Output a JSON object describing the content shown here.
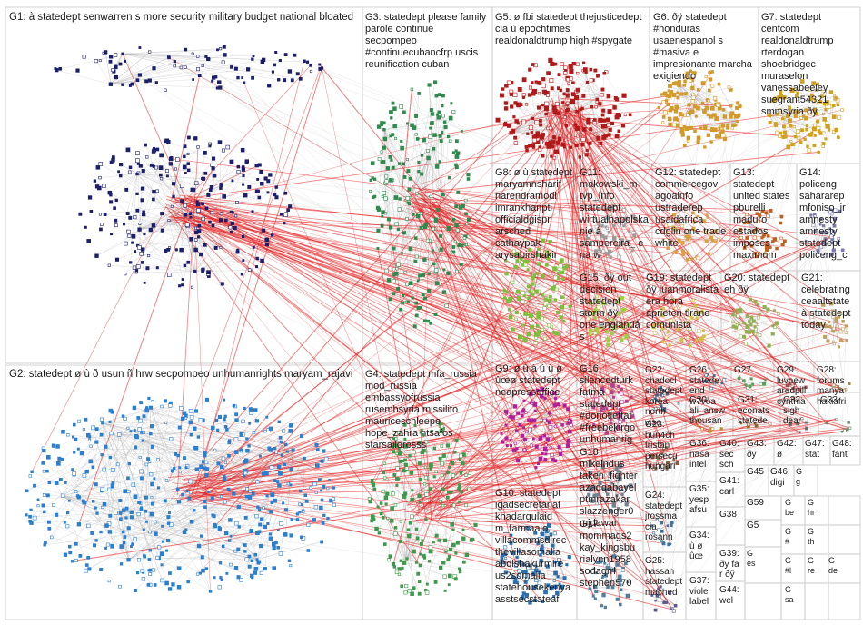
{
  "colors": {
    "background": "#ffffff",
    "pane_border": "#c8c8c8",
    "crossEdge": "#e31b1b",
    "edge": "#b4b4b4",
    "G1": "#1c1f6b",
    "G2": "#2b7fcf",
    "G3": "#2f8a4e",
    "G4": "#3d9a4a",
    "G5": "#b01a1a",
    "G6": "#d39a2a",
    "G7": "#d1a01c",
    "G8": "#7dbf3a",
    "G9": "#b0209a",
    "G10": "#2b6fb0"
  },
  "groups": [
    {
      "id": "G1",
      "text": "G1: à statedept senwarren s more security military budget national bloated"
    },
    {
      "id": "G2",
      "text": "G2: statedept ø ù ð usun ñ hrw secpompeo unhumanrights maryam_rajavi"
    },
    {
      "id": "G3",
      "text": "G3: statedept please family\nparole continue\nsecpompeo\n#continuecubancfrp uscis\nreunification cuban"
    },
    {
      "id": "G4",
      "text": "G4: statedept mfa_russia\nmod_russia\nembassyofrussia\nrusembsyria missilito\nmauriceschleepe\nhope_zahra ntsafos\nstarsailoresss"
    },
    {
      "id": "G5",
      "text": "G5: ø fbi statedept thejusticedept\ncia ù epochtimes\nrealdonaldtrump high #spygate"
    },
    {
      "id": "G6",
      "text": "G6: ðÿ statedept\n#honduras\nusaenespanol s\n#masiva e\nimpresionante marcha\nexigiendo"
    },
    {
      "id": "G7",
      "text": "G7: statedept\ncentcom\nrealdonaldtrump\nrterdogan\nshoebridgec\nmuraselon\nvanessabeeley\nsuegrant54321\nsmmsyria ðÿ"
    },
    {
      "id": "G8",
      "text": "G8: ø ù statedept\nmaryamnsharif\nnarendramodi\nimrankhanpti\nofficialdgispr\narsched\ncathaypak\narysabirshakir"
    },
    {
      "id": "G9",
      "text": "G9: ø ù à ú ù ø\nûœø statedept\nneapressoffice"
    },
    {
      "id": "G10",
      "text": "G10: statedept\nigadsecretariat\nkhadargulaid\nm_farmaajo\nvillacommsdirec\nthevillasomalia\nabdishakurmire\nus2somalia\nstatehousekenya\nasstsecstateaf"
    },
    {
      "id": "G11",
      "text": "G11:\nmakowski_m\ntvp_info\nstatedept\nwirtualnapolska\nnie à\nsampereira_ e\nna w"
    },
    {
      "id": "G12",
      "text": "G12: statedept\ncommercegov\nagoainfo\nustraderep\nusaidafrica\ncdglin one trade\nwhite"
    },
    {
      "id": "G13",
      "text": "G13:\nstatedept\nunited states\npburelli\nmaduro\nestados\nimposes\nmaximum"
    },
    {
      "id": "G14",
      "text": "G14:\npoliceng\nsahararep\nmfoniso_jr\namnesty\namnesty\nstatedept\npoliceng_c"
    },
    {
      "id": "G15",
      "text": "G15: ðÿ out\ndecision\nstatedept\nstorm ðÿ\none englandâ\ns"
    },
    {
      "id": "G16",
      "text": "G16:\nsilencedturk\nfatma\nstatedept\n#donotletfat\n#freebekirgo\nunhumanrig"
    },
    {
      "id": "G17",
      "text": "G17:\nmommags2\nkay_kingsbu\nrialynn1958\nsodagrrl\nstephen570"
    },
    {
      "id": "G18",
      "text": "G18:\nmikeindus\ntaken_fighter\nazadqabayel\nptmrazakar\nslazzenger0\nmjdawar"
    },
    {
      "id": "G19",
      "text": "G19: statedept\nðÿ juanmoralista\nera hora\naprieten tirano\ncomunista"
    },
    {
      "id": "G20",
      "text": "G20: statedept\neh ðÿ"
    },
    {
      "id": "G21",
      "text": "G21:\ncelebrating\nceaaltstate\nà statedept\ntoday"
    },
    {
      "id": "G22",
      "text": "G22:\nchadocl\nstatedept\nkorea\nnorth\nvisa"
    },
    {
      "id": "G23",
      "text": "G23:\nhun4ch\ntristan\npersecu\nhungari"
    },
    {
      "id": "G24",
      "text": "G24:\nstatedept\njrossma\ncia\nrosann"
    },
    {
      "id": "G25",
      "text": "G25:\nhassan\nstatedept\nmached"
    },
    {
      "id": "G26",
      "text": "G26:\nstatede\nend\nw7voa"
    },
    {
      "id": "G27",
      "text": "G27"
    },
    {
      "id": "G28",
      "text": "G28:\nforums\nmanya\nhakiafri"
    },
    {
      "id": "G29",
      "text": "G29:\nluvnew\naredpill\ncynthia"
    },
    {
      "id": "G30",
      "text": "G30:\nali_answ\nthousan"
    },
    {
      "id": "G31",
      "text": "G31:\neconats\nstatede"
    },
    {
      "id": "G32",
      "text": "G32:\nsigh\ndear"
    },
    {
      "id": "G33",
      "text": "G33"
    },
    {
      "id": "G34",
      "text": "G34:\nù ø\nûœ"
    },
    {
      "id": "G35",
      "text": "G35:\nyesp\nafsu"
    },
    {
      "id": "G36",
      "text": "G36:\nnasa\nintel"
    },
    {
      "id": "G37",
      "text": "G37:\nviole\nlabel"
    },
    {
      "id": "G38",
      "text": "G38"
    },
    {
      "id": "G39",
      "text": "G39:\nðÿ fa\nr ðÿ"
    },
    {
      "id": "G40",
      "text": "G40:\nsec\nsch"
    },
    {
      "id": "G41",
      "text": "G41:\ncarl"
    },
    {
      "id": "G42",
      "text": "G42:\nø"
    },
    {
      "id": "G43",
      "text": "G43:\nðÿ"
    },
    {
      "id": "G44",
      "text": "G44:\nwel"
    },
    {
      "id": "G45",
      "text": "G45"
    },
    {
      "id": "G46",
      "text": "G46:\ndigi"
    },
    {
      "id": "G47",
      "text": "G47:\nstat"
    },
    {
      "id": "G48",
      "text": "G48:\nfant"
    },
    {
      "id": "G49",
      "text": "G\ng"
    },
    {
      "id": "G50",
      "text": "G\nbe"
    },
    {
      "id": "G51",
      "text": "G\nhr"
    },
    {
      "id": "G52",
      "text": "G\n#"
    },
    {
      "id": "G53",
      "text": "G\n#l"
    },
    {
      "id": "G54",
      "text": "G\nth"
    },
    {
      "id": "G55",
      "text": "G\nes"
    },
    {
      "id": "G56",
      "text": "G\nre"
    },
    {
      "id": "G57",
      "text": "G\nsa"
    },
    {
      "id": "G58",
      "text": "G\nde"
    },
    {
      "id": "G59",
      "text": "G59"
    },
    {
      "id": "G5x",
      "text": "G5"
    }
  ]
}
